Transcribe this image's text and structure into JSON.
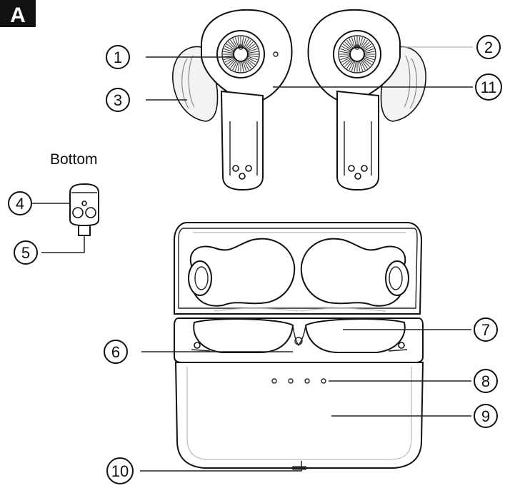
{
  "panel": {
    "badge": "A",
    "bottom_label": "Bottom"
  },
  "callouts": [
    {
      "number": "1"
    },
    {
      "number": "2"
    },
    {
      "number": "3"
    },
    {
      "number": "4"
    },
    {
      "number": "5"
    },
    {
      "number": "6"
    },
    {
      "number": "7"
    },
    {
      "number": "8"
    },
    {
      "number": "9"
    },
    {
      "number": "10"
    },
    {
      "number": "11"
    }
  ],
  "colors": {
    "line": "#111111",
    "background": "#ffffff",
    "badge": "#111111"
  }
}
